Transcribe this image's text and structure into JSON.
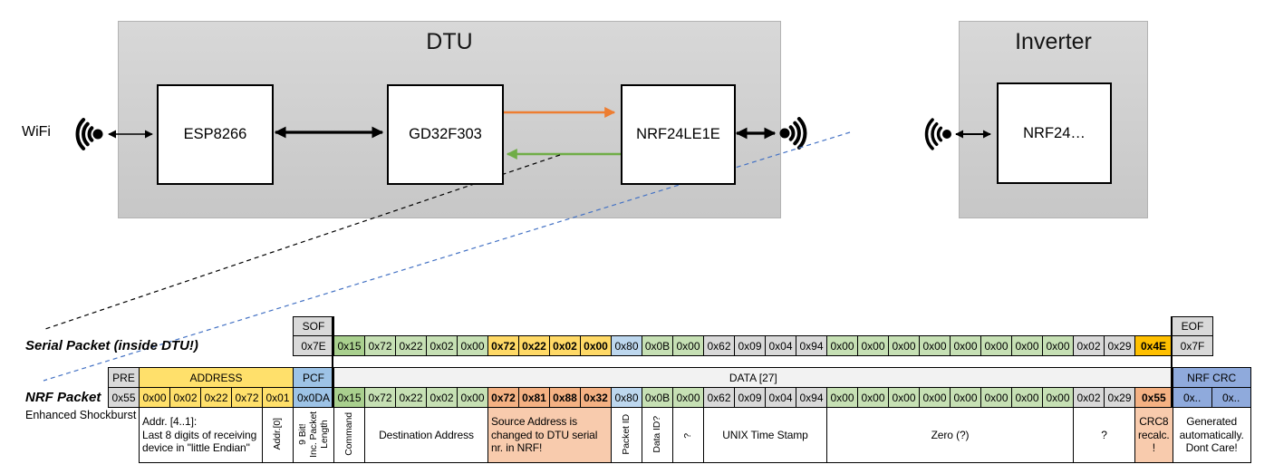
{
  "palette": {
    "grey_cell": "#D9D9D9",
    "data_header_grey": "#F2F2F2",
    "address_yellow": "#FFE06B",
    "pcf_blue": "#9DC3E6",
    "byte_blue": "#BDD7EE",
    "crc_periwinkle": "#8FAADC",
    "green_dark": "#A9D08E",
    "green_light": "#C6E0B4",
    "gold": "#FFD966",
    "amber": "#FFC000",
    "salmon": "#F4B183",
    "salmon_light": "#F8CBAD",
    "orange_arrow": "#ED7D31",
    "green_arrow": "#70AD47",
    "blue_dash": "#4472C4"
  },
  "diagram": {
    "wifi_label": "WiFi",
    "dtu_title": "DTU",
    "esp": "ESP8266",
    "gd": "GD32F303",
    "nrf": "NRF24LE1E",
    "inverter_title": "Inverter",
    "inv_nrf": "NRF24…"
  },
  "serial": {
    "label": "Serial Packet (inside DTU!)",
    "sof_header": "SOF",
    "sof_value": "0x7E",
    "eof_header": "EOF",
    "eof_value": "0x7F",
    "bytes": [
      {
        "v": "0x15",
        "role": "green_dark"
      },
      {
        "v": "0x72",
        "role": "green"
      },
      {
        "v": "0x22",
        "role": "green"
      },
      {
        "v": "0x02",
        "role": "green"
      },
      {
        "v": "0x00",
        "role": "green"
      },
      {
        "v": "0x72",
        "role": "gold",
        "bold": true
      },
      {
        "v": "0x22",
        "role": "gold",
        "bold": true
      },
      {
        "v": "0x02",
        "role": "gold",
        "bold": true
      },
      {
        "v": "0x00",
        "role": "gold",
        "bold": true
      },
      {
        "v": "0x80",
        "role": "blue"
      },
      {
        "v": "0x0B",
        "role": "green"
      },
      {
        "v": "0x00",
        "role": "green"
      },
      {
        "v": "0x62",
        "role": "grey"
      },
      {
        "v": "0x09",
        "role": "grey"
      },
      {
        "v": "0x04",
        "role": "grey"
      },
      {
        "v": "0x94",
        "role": "grey"
      },
      {
        "v": "0x00",
        "role": "green"
      },
      {
        "v": "0x00",
        "role": "green"
      },
      {
        "v": "0x00",
        "role": "green"
      },
      {
        "v": "0x00",
        "role": "green"
      },
      {
        "v": "0x00",
        "role": "green"
      },
      {
        "v": "0x00",
        "role": "green"
      },
      {
        "v": "0x00",
        "role": "green"
      },
      {
        "v": "0x00",
        "role": "green"
      },
      {
        "v": "0x02",
        "role": "grey"
      },
      {
        "v": "0x29",
        "role": "grey"
      },
      {
        "v": "0x4E",
        "role": "amber",
        "bold": true
      }
    ]
  },
  "nrf": {
    "label": "NRF Packet",
    "sublabel": "Enhanced Shockburst",
    "pre_header": "PRE",
    "pre_value": "0x55",
    "address_header": "ADDRESS",
    "address_values": [
      "0x00",
      "0x02",
      "0x22",
      "0x72",
      "0x01"
    ],
    "pcf_header": "PCF",
    "pcf_value": "0x0DA",
    "data_header": "DATA [27]",
    "bytes": [
      {
        "v": "0x15",
        "role": "green_dark"
      },
      {
        "v": "0x72",
        "role": "green"
      },
      {
        "v": "0x22",
        "role": "green"
      },
      {
        "v": "0x02",
        "role": "green"
      },
      {
        "v": "0x00",
        "role": "green"
      },
      {
        "v": "0x72",
        "role": "salmon",
        "bold": true
      },
      {
        "v": "0x81",
        "role": "salmon",
        "bold": true
      },
      {
        "v": "0x88",
        "role": "salmon",
        "bold": true
      },
      {
        "v": "0x32",
        "role": "salmon",
        "bold": true
      },
      {
        "v": "0x80",
        "role": "blue"
      },
      {
        "v": "0x0B",
        "role": "green"
      },
      {
        "v": "0x00",
        "role": "green"
      },
      {
        "v": "0x62",
        "role": "grey"
      },
      {
        "v": "0x09",
        "role": "grey"
      },
      {
        "v": "0x04",
        "role": "grey"
      },
      {
        "v": "0x94",
        "role": "grey"
      },
      {
        "v": "0x00",
        "role": "green"
      },
      {
        "v": "0x00",
        "role": "green"
      },
      {
        "v": "0x00",
        "role": "green"
      },
      {
        "v": "0x00",
        "role": "green"
      },
      {
        "v": "0x00",
        "role": "green"
      },
      {
        "v": "0x00",
        "role": "green"
      },
      {
        "v": "0x00",
        "role": "green"
      },
      {
        "v": "0x00",
        "role": "green"
      },
      {
        "v": "0x02",
        "role": "grey"
      },
      {
        "v": "0x29",
        "role": "grey"
      },
      {
        "v": "0x55",
        "role": "salmon",
        "bold": true
      }
    ],
    "crc_header": "NRF CRC",
    "crc_values": [
      "0x..",
      "0x.."
    ],
    "annotations": [
      {
        "text": "Addr. [4..1]:\nLast 8 digits of receiving\ndevice in \"little Endian\"",
        "span": 4,
        "kind": "h",
        "align": "left"
      },
      {
        "text": "Addr.[0]",
        "span": 1,
        "kind": "v"
      },
      {
        "text": "9 Bit!\nInc. Packet\nLength",
        "span": 1,
        "kind": "v"
      },
      {
        "text": "Command",
        "span": 1,
        "kind": "v"
      },
      {
        "text": "Destination Address",
        "span": 4,
        "kind": "h",
        "align": "center"
      },
      {
        "text": "Source Address is\nchanged to DTU serial\nnr. in NRF!",
        "span": 4,
        "kind": "h",
        "align": "left",
        "bg": "salmon_light"
      },
      {
        "text": "Packet ID",
        "span": 1,
        "kind": "v"
      },
      {
        "text": "Data ID?",
        "span": 1,
        "kind": "v"
      },
      {
        "text": "?",
        "span": 1,
        "kind": "v"
      },
      {
        "text": "UNIX Time Stamp",
        "span": 4,
        "kind": "h",
        "align": "center"
      },
      {
        "text": "Zero (?)",
        "span": 8,
        "kind": "h",
        "align": "center"
      },
      {
        "text": "?",
        "span": 2,
        "kind": "h",
        "align": "center"
      },
      {
        "text": "CRC8\nrecalc.\n!",
        "span": 1,
        "kind": "h",
        "align": "center",
        "bg": "salmon_light"
      },
      {
        "text": "Generated\nautomatically.\nDont Care!",
        "span": 2,
        "kind": "h",
        "align": "center"
      }
    ]
  }
}
